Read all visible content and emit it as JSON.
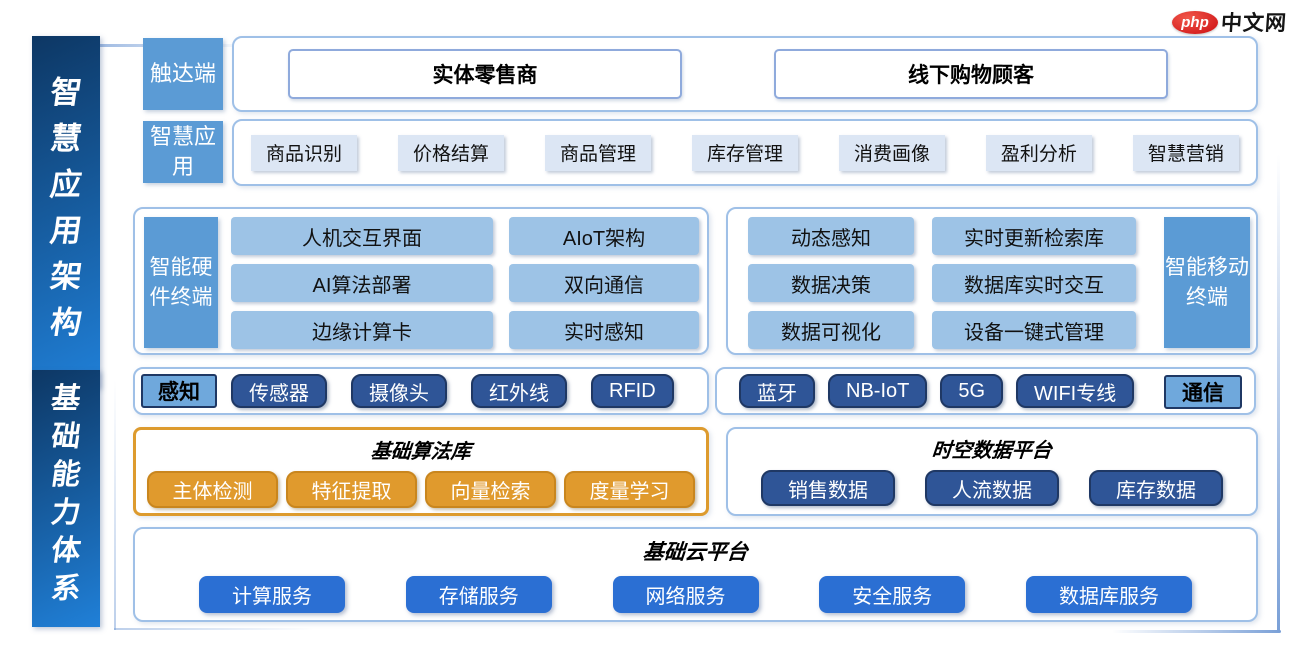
{
  "logo": {
    "php": "php",
    "site": "中文网"
  },
  "sidebar": {
    "top": "智慧应用架构",
    "bottom": "基础能力体系"
  },
  "reach": {
    "label": "触达端",
    "items": [
      "实体零售商",
      "线下购物顾客"
    ]
  },
  "apps": {
    "label": "智慧应用",
    "items": [
      "商品识别",
      "价格结算",
      "商品管理",
      "库存管理",
      "消费画像",
      "盈利分析",
      "智慧营销"
    ]
  },
  "hardware": {
    "label": "智能硬件终端",
    "items": [
      "人机交互界面",
      "AIoT架构",
      "AI算法部署",
      "双向通信",
      "边缘计算卡",
      "实时感知"
    ]
  },
  "mobile": {
    "label": "智能移动终端",
    "items": [
      "动态感知",
      "实时更新检索库",
      "数据决策",
      "数据库实时交互",
      "数据可视化",
      "设备一键式管理"
    ]
  },
  "perception": {
    "label": "感知",
    "items": [
      "传感器",
      "摄像头",
      "红外线",
      "RFID"
    ]
  },
  "communication": {
    "label": "通信",
    "items": [
      "蓝牙",
      "NB-IoT",
      "5G",
      "WIFI专线"
    ]
  },
  "algorithms": {
    "title": "基础算法库",
    "items": [
      "主体检测",
      "特征提取",
      "向量检索",
      "度量学习"
    ]
  },
  "dataPlatform": {
    "title": "时空数据平台",
    "items": [
      "销售数据",
      "人流数据",
      "库存数据"
    ]
  },
  "cloud": {
    "title": "基础云平台",
    "items": [
      "计算服务",
      "存储服务",
      "网络服务",
      "安全服务",
      "数据库服务"
    ]
  },
  "colors": {
    "barDark": "#0D3764",
    "barLight": "#2080D8",
    "labelBlue": "#5B9BD5",
    "chipLight": "#9DC3E6",
    "chipPale": "#DCE6F4",
    "navy": "#2F5597",
    "navyBorder": "#1F3864",
    "mediumBlue": "#6FA8DC",
    "orange": "#E09A2D",
    "orangeBorder": "#DD9B2E",
    "orangeChipBorder": "#C9861E",
    "brightBlue": "#2B6FD3",
    "frameBorder": "#9FC0E7",
    "whiteBoxBorder": "#8FAADC",
    "decorBlue": "#7AA0D7",
    "logoRed": "#D51F1F"
  }
}
